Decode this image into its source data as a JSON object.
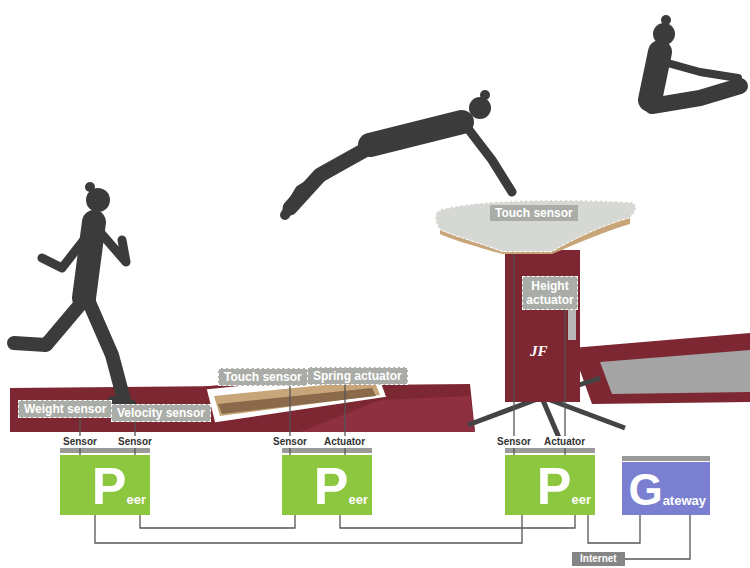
{
  "diagram": {
    "nodes": [
      {
        "text": [
          "Weight sensor"
        ]
      },
      {
        "text": [
          "Velocity sensor"
        ]
      },
      {
        "text": [
          "Touch sensor"
        ]
      },
      {
        "text": [
          "Spring actuator"
        ]
      },
      {
        "text": [
          "Touch sensor"
        ]
      },
      {
        "text": [
          "Height actuator"
        ]
      },
      {
        "text": [
          "Peer"
        ]
      },
      {
        "text": [
          "Peer"
        ]
      },
      {
        "text": [
          "Peer"
        ]
      },
      {
        "text": [
          "Gateway"
        ]
      },
      {
        "text": [
          "Internet"
        ]
      }
    ],
    "edges": [
      {
        "from": 0,
        "to": 6,
        "label": "Sensor",
        "arrow": "none"
      },
      {
        "from": 1,
        "to": 6,
        "label": "Sensor",
        "arrow": "none"
      },
      {
        "from": 2,
        "to": 7,
        "label": "Sensor",
        "arrow": "none"
      },
      {
        "from": 3,
        "to": 7,
        "label": "Actuator",
        "arrow": "none"
      },
      {
        "from": 4,
        "to": 8,
        "label": "Sensor",
        "arrow": "none"
      },
      {
        "from": 5,
        "to": 8,
        "label": "Actuator",
        "arrow": "none"
      },
      {
        "from": 6,
        "to": 7,
        "arrow": "none"
      },
      {
        "from": 6,
        "to": 8,
        "arrow": "none"
      },
      {
        "from": 7,
        "to": 8,
        "arrow": "none"
      },
      {
        "from": 8,
        "to": 9,
        "arrow": "none"
      },
      {
        "from": 9,
        "to": 10,
        "arrow": "none"
      }
    ],
    "labels": [
      "JF"
    ]
  }
}
